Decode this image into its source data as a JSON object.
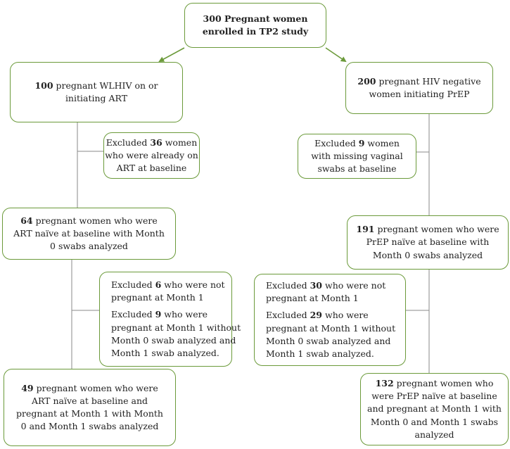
{
  "colors": {
    "border": "#6b9a3a",
    "connector": "#8a8a8a",
    "arrow": "#6b9a3a"
  },
  "boxes": {
    "root": {
      "lines": [
        [
          {
            "t": "300 Pregnant women",
            "b": true
          }
        ],
        [
          {
            "t": "enrolled in TP2 study",
            "b": true
          }
        ]
      ]
    },
    "hiv_pos": {
      "lines": [
        [
          {
            "t": "100",
            "b": true
          },
          {
            "t": " pregnant WLHIV on or"
          }
        ],
        [
          {
            "t": "initiating ART"
          }
        ]
      ]
    },
    "hiv_neg": {
      "lines": [
        [
          {
            "t": "200",
            "b": true
          },
          {
            "t": " pregnant HIV negative"
          }
        ],
        [
          {
            "t": "women initiating PrEP"
          }
        ]
      ]
    },
    "excl_left_1": {
      "lines": [
        [
          {
            "t": "Excluded "
          },
          {
            "t": "36",
            "b": true
          },
          {
            "t": " women"
          }
        ],
        [
          {
            "t": "who were already on"
          }
        ],
        [
          {
            "t": "ART at baseline"
          }
        ]
      ]
    },
    "excl_right_1": {
      "lines": [
        [
          {
            "t": "Excluded "
          },
          {
            "t": "9",
            "b": true
          },
          {
            "t": " women"
          }
        ],
        [
          {
            "t": "with missing vaginal"
          }
        ],
        [
          {
            "t": "swabs at baseline"
          }
        ]
      ]
    },
    "left_64": {
      "lines": [
        [
          {
            "t": "64",
            "b": true
          },
          {
            "t": " pregnant women who were"
          }
        ],
        [
          {
            "t": "ART naïve at baseline with Month"
          }
        ],
        [
          {
            "t": "0 swabs analyzed"
          }
        ]
      ]
    },
    "right_191": {
      "lines": [
        [
          {
            "t": "191",
            "b": true
          },
          {
            "t": " pregnant women who were"
          }
        ],
        [
          {
            "t": "PrEP naïve at baseline with"
          }
        ],
        [
          {
            "t": "Month 0 swabs analyzed"
          }
        ]
      ]
    },
    "excl_left_2": {
      "paras": [
        [
          [
            {
              "t": "Excluded "
            },
            {
              "t": "6",
              "b": true
            },
            {
              "t": " who were not"
            }
          ],
          [
            {
              "t": "pregnant at Month 1"
            }
          ]
        ],
        [
          [
            {
              "t": "Excluded "
            },
            {
              "t": "9",
              "b": true
            },
            {
              "t": " who were"
            }
          ],
          [
            {
              "t": "pregnant at Month 1 without"
            }
          ],
          [
            {
              "t": "Month 0 swab analyzed and"
            }
          ],
          [
            {
              "t": "Month 1 swab analyzed."
            }
          ]
        ]
      ]
    },
    "excl_right_2": {
      "paras": [
        [
          [
            {
              "t": "Excluded "
            },
            {
              "t": "30",
              "b": true
            },
            {
              "t": " who were not"
            }
          ],
          [
            {
              "t": "pregnant at Month 1"
            }
          ]
        ],
        [
          [
            {
              "t": "Excluded "
            },
            {
              "t": "29",
              "b": true
            },
            {
              "t": " who were"
            }
          ],
          [
            {
              "t": "pregnant at Month 1 without"
            }
          ],
          [
            {
              "t": "Month 0 swab analyzed and"
            }
          ],
          [
            {
              "t": "Month 1 swab analyzed."
            }
          ]
        ]
      ]
    },
    "left_49": {
      "lines": [
        [
          {
            "t": "49",
            "b": true
          },
          {
            "t": " pregnant women who were"
          }
        ],
        [
          {
            "t": "ART naïve at baseline and"
          }
        ],
        [
          {
            "t": "pregnant at Month 1 with Month"
          }
        ],
        [
          {
            "t": "0 and Month 1 swabs analyzed"
          }
        ]
      ]
    },
    "right_132": {
      "lines": [
        [
          {
            "t": "132",
            "b": true
          },
          {
            "t": " pregnant women who"
          }
        ],
        [
          {
            "t": "were PrEP naïve at baseline"
          }
        ],
        [
          {
            "t": "and pregnant at Month 1 with"
          }
        ],
        [
          {
            "t": "Month 0 and Month 1 swabs"
          }
        ],
        [
          {
            "t": "analyzed"
          }
        ]
      ]
    }
  }
}
